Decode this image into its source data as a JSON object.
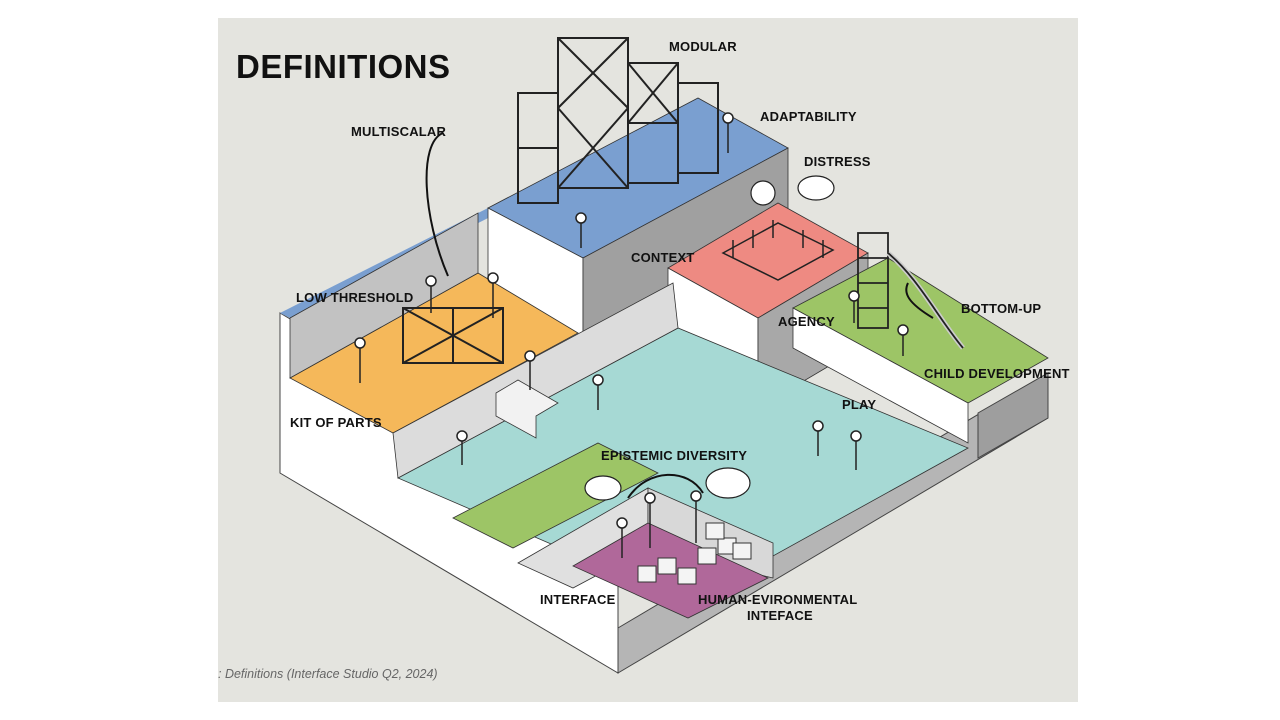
{
  "title": "DEFINITIONS",
  "labels": {
    "modular": "MODULAR",
    "adaptability": "ADAPTABILITY",
    "multiscalar": "MULTISCALAR",
    "distress": "DISTRESS",
    "context": "CONTEXT",
    "low_threshold": "LOW THRESHOLD",
    "agency": "AGENCY",
    "bottom_up": "BOTTOM-UP",
    "child_development": "CHILD DEVELOPMENT",
    "kit_of_parts": "KIT OF PARTS",
    "play": "PLAY",
    "epistemic_diversity": "EPISTEMIC DIVERSITY",
    "interface": "INTERFACE",
    "human_environmental_line1": "HUMAN-EVIRONMENTAL",
    "human_environmental_line2": "INTEFACE"
  },
  "caption": ": Definitions (Interface Studio Q2, 2024)",
  "zone_colors": {
    "blue": "#7a9fd0",
    "coral": "#ee8a82",
    "green": "#9dc566",
    "orange": "#f5b85a",
    "teal": "#a6d9d4",
    "magenta": "#b0689a",
    "wall": "#ffffff",
    "wall_shade": "#a8a8a8",
    "background": "#e4e4df"
  }
}
